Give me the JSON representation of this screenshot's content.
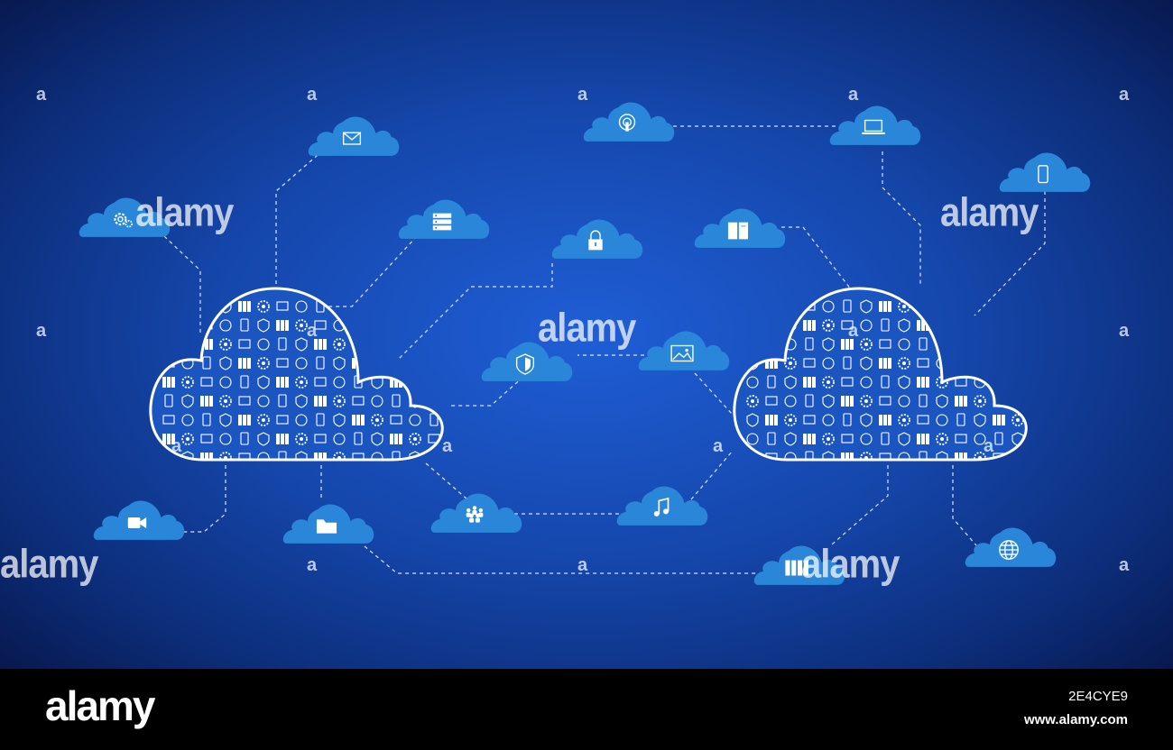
{
  "watermark": {
    "brand": "alamy",
    "tile": "a"
  },
  "footer": {
    "logo": "alamy",
    "image_id": "2E4CYE9",
    "url": "www.alamy.com"
  },
  "colors": {
    "background_center": "#1f5ed6",
    "background_edge": "#07164a",
    "cloud_fill": "#2a86d8",
    "line": "#ffffff",
    "footer": "#000000"
  },
  "icons": {
    "small_clouds": [
      "email-icon",
      "podcast-icon",
      "laptop-icon",
      "gears-icon",
      "server-icon",
      "lock-icon",
      "book-icon",
      "smartphone-icon",
      "shield-icon",
      "image-icon",
      "video-camera-icon",
      "folder-icon",
      "team-icon",
      "music-note-icon",
      "data-center-icon",
      "globe-icon"
    ],
    "large_clouds": [
      "technology-icons-cloud-left",
      "technology-icons-cloud-right"
    ]
  }
}
